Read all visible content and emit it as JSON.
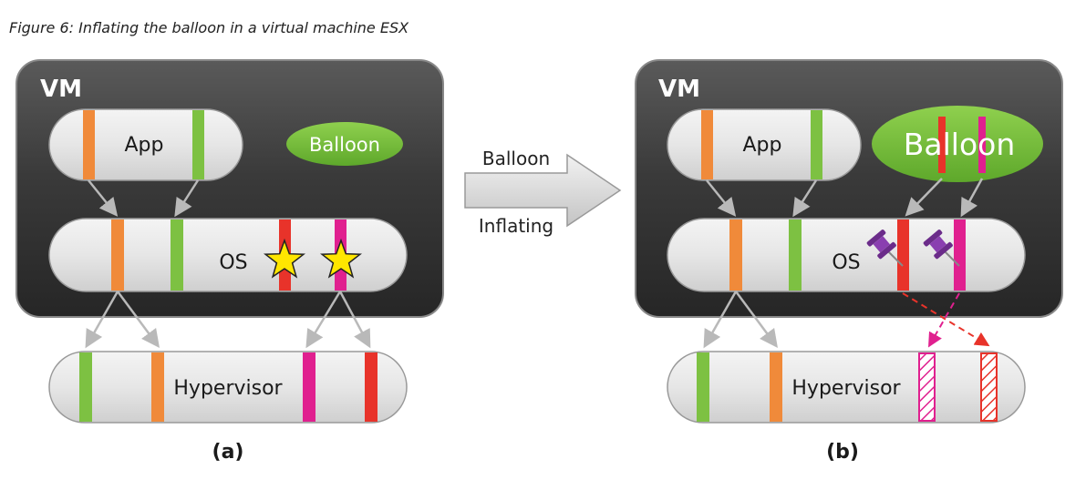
{
  "caption": "Figure 6: Inflating the balloon in a virtual machine ESX",
  "colors": {
    "vm_dark": "#2e2e2e",
    "pill_light": "#e9e9e9",
    "orange": "#f08a3a",
    "green": "#7dc142",
    "red": "#e8332a",
    "magenta": "#e0208f",
    "balloon_green": "#7dc142",
    "star_yellow": "#ffe600",
    "pin_purple": "#6b2c8a",
    "arrow_gray": "#b9b9b9"
  },
  "panels": {
    "a": {
      "vm_title": "VM",
      "app_label": "App",
      "balloon_label": "Balloon",
      "os_label": "OS",
      "hypervisor_label": "Hypervisor",
      "sub_label": "(a)"
    },
    "b": {
      "vm_title": "VM",
      "app_label": "App",
      "balloon_label": "Balloon",
      "os_label": "OS",
      "hypervisor_label": "Hypervisor",
      "sub_label": "(b)"
    }
  },
  "transition": {
    "top_text": "Balloon",
    "bottom_text": "Inflating"
  }
}
